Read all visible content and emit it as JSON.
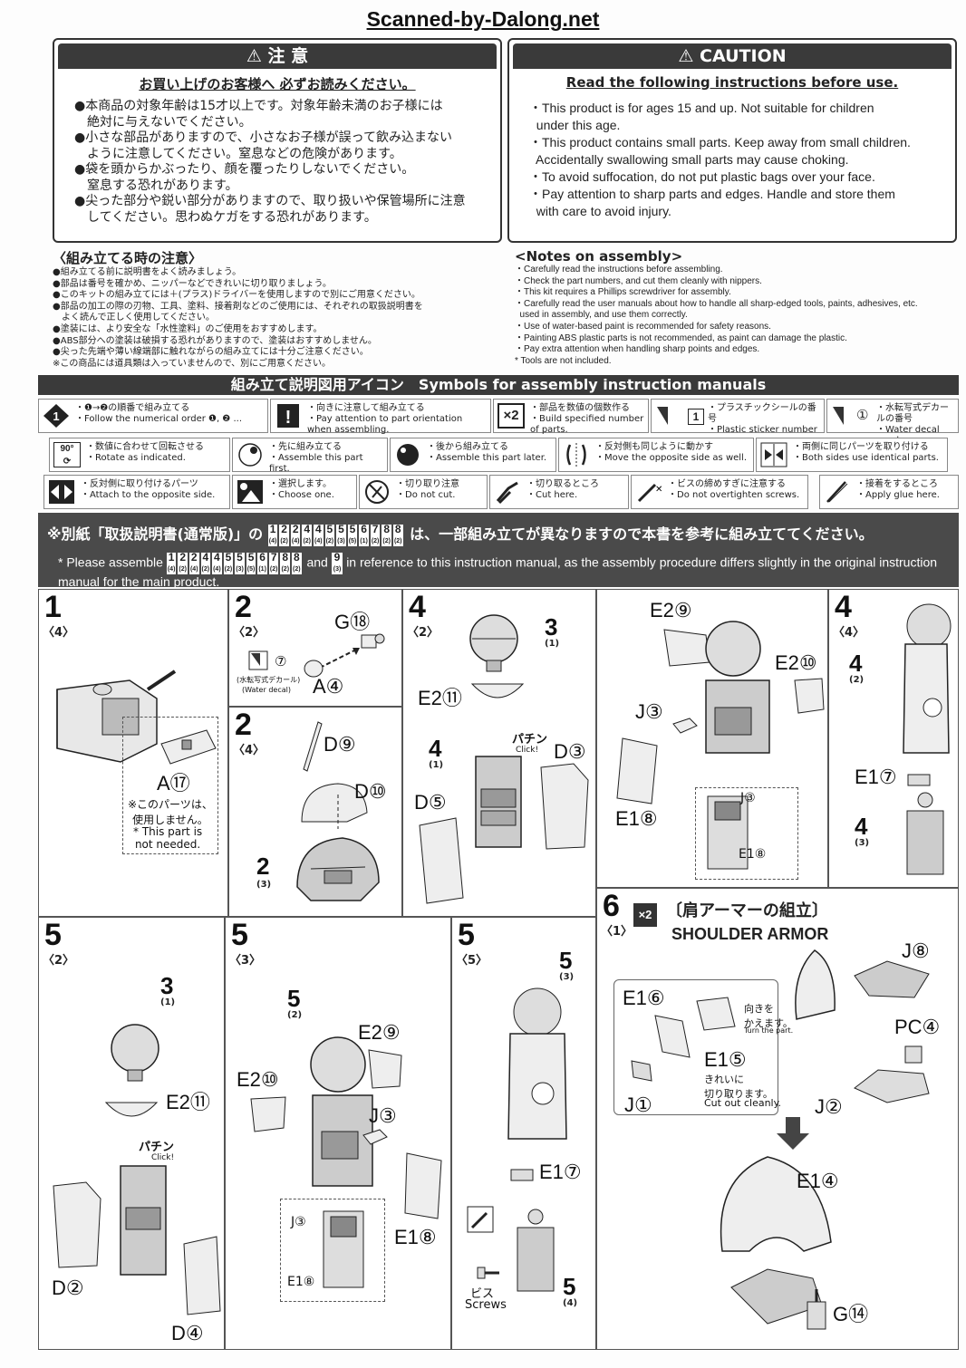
{
  "watermark": "Scanned-by-Dalong.net",
  "caution_jp": {
    "title": "注 意",
    "subtitle": "お買い上げのお客様へ 必ずお読みください。",
    "items": [
      "●本商品の対象年齢は15才以上です。対象年齢未満のお子様には",
      "　絶対に与えないでください。",
      "●小さな部品がありますので、小さなお子様が誤って飲み込まない",
      "　ように注意してください。窒息などの危険があります。",
      "●袋を頭からかぶったり、顔を覆ったりしないでください。",
      "　窒息する恐れがあります。",
      "●尖った部分や鋭い部分がありますので、取り扱いや保管場所に注意",
      "　してください。思わぬケガをする恐れがあります。"
    ]
  },
  "caution_en": {
    "title": "CAUTION",
    "subtitle": "Read the following instructions before use.",
    "items": [
      "・This product is for ages 15 and up. Not suitable for children",
      "  under this age.",
      "・This product contains small parts. Keep away from small children.",
      "  Accidentally swallowing small parts may cause choking.",
      "・To avoid suffocation, do not put plastic bags over your face.",
      "・Pay attention to sharp parts and edges. Handle and store them",
      "  with care to avoid injury."
    ]
  },
  "notes_jp": {
    "title": "〈組み立てる時の注意〉",
    "items": [
      "●組み立てる前に説明書をよく読みましょう。",
      "●部品は番号を確かめ、ニッパーなどできれいに切り取りましょう。",
      "●このキットの組み立てには＋(プラス)ドライバーを使用しますので別にご用意ください。",
      "●部品の加工の際の刃物、工具、塗料、接着剤などのご使用には、それぞれの取扱説明書を",
      "　よく読んで正しく使用してください。",
      "●塗装には、より安全な「水性塗料」のご使用をおすすめします。",
      "●ABS部分への塗装は破損する恐れがありますので、塗装はおすすめしません。",
      "●尖った先端や薄い線端部に触れながらの組み立てには十分ご注意ください。",
      "※この商品には道具類は入っていませんので、別にご用意ください。"
    ]
  },
  "notes_en": {
    "title": "<Notes on assembly>",
    "items": [
      "・Carefully read the instructions before assembling.",
      "・Check the part numbers, and cut them cleanly with nippers.",
      "・This kit requires a Phillips screwdriver for assembly.",
      "・Carefully read the user manuals about how to handle all sharp-edged tools, paints, adhesives, etc.",
      "  used in assembly, and use them correctly.",
      "・Use of water-based paint is recommended for safety reasons.",
      "・Painting ABS plastic parts is not recommended, as paint can damage the plastic.",
      "・Pay extra attention when handling sharp points and edges.",
      "* Tools are not included."
    ]
  },
  "symbols_bar": "組み立て説明図用アイコン　Symbols for assembly instruction manuals",
  "symbols": [
    {
      "jp": "・❶→❷の順番で組み立てる",
      "en": "・Follow the numerical order ❶, ❷ ..."
    },
    {
      "jp": "・向きに注意して組み立てる",
      "en": "・Pay attention to part orientation when assembling."
    },
    {
      "jp": "・部品を数値の個数作る",
      "en": "・Build specified number of parts.",
      "icon": "×2"
    },
    {
      "jp": "・プラスチックシールの番号",
      "en": "・Plastic sticker number",
      "icon": "1"
    },
    {
      "jp": "・水転写式デカールの番号",
      "en": "・Water decal number",
      "icon": "①"
    },
    {
      "jp": "・数値に合わせて回転させる",
      "en": "・Rotate as indicated.",
      "icon": "90°"
    },
    {
      "jp": "・先に組み立てる",
      "en": "・Assemble this part first."
    },
    {
      "jp": "・後から組み立てる",
      "en": "・Assemble this part later."
    },
    {
      "jp": "・反対側も同じように動かす",
      "en": "・Move the opposite side as well."
    },
    {
      "jp": "・両側に同じパーツを取り付ける",
      "en": "・Both sides use identical parts."
    },
    {
      "jp": "・反対側に取り付けるパーツ",
      "en": "・Attach to the opposite side."
    },
    {
      "jp": "・選択します。",
      "en": "・Choose one."
    },
    {
      "jp": "・切り取り注意",
      "en": "・Do not cut."
    },
    {
      "jp": "・切り取るところ",
      "en": "・Cut here."
    },
    {
      "jp": "・ビスの締めすぎに注意する",
      "en": "・Do not overtighten screws."
    },
    {
      "jp": "・接着をするところ",
      "en": "・Apply glue here."
    }
  ],
  "notice": {
    "jp_prefix": "※別紙「取扱説明書(通常版)」の",
    "jp_suffix": "は、一部組み立てが異なりますので本書を参考に組み立ててください。",
    "en_prefix": "* Please assemble",
    "en_and": "and",
    "en_suffix": "in reference to this instruction manual, as the assembly procedure differs slightly in the original instruction manual for the main product.",
    "steps": [
      {
        "n": "1",
        "s": "(4)"
      },
      {
        "n": "2",
        "s": "(2)"
      },
      {
        "n": "2",
        "s": "(4)"
      },
      {
        "n": "4",
        "s": "(2)"
      },
      {
        "n": "4",
        "s": "(4)"
      },
      {
        "n": "5",
        "s": "(2)"
      },
      {
        "n": "5",
        "s": "(3)"
      },
      {
        "n": "5",
        "s": "(5)"
      },
      {
        "n": "6",
        "s": "(1)"
      },
      {
        "n": "7",
        "s": "(2)"
      },
      {
        "n": "8",
        "s": "(2)"
      },
      {
        "n": "8",
        "s": "(2)"
      }
    ],
    "last_step": {
      "n": "9",
      "s": "(3)"
    }
  },
  "panels": {
    "p1": {
      "step": "1",
      "sub": "〈4〉",
      "part": "A⑰",
      "note_jp": "※このパーツは、\n使用しません。",
      "note_en": "* This part is\nnot needed."
    },
    "p2a": {
      "step": "2",
      "sub": "〈2〉",
      "g": "G⑱",
      "a": "A④",
      "decal": "⑦",
      "decal_jp": "(水転写式デカール)",
      "decal_en": "(Water decal)"
    },
    "p2b": {
      "step": "2",
      "sub": "〈4〉",
      "d9": "D⑨",
      "d10": "D⑩",
      "ref": "2",
      "ref_sub": "(3)"
    },
    "p4a": {
      "step": "4",
      "sub": "〈2〉",
      "ref": "3",
      "ref_sub": "(1)",
      "e2": "E2⑪",
      "ref2": "4",
      "ref2_sub": "(1)",
      "d3": "D③",
      "d5": "D⑤",
      "click_jp": "パチン",
      "click_en": "Click!"
    },
    "p4b": {
      "e29": "E2⑨",
      "e210": "E2⑩",
      "j3": "J③",
      "e18": "E1⑧",
      "j3s": "J③",
      "e18s": "E1⑧"
    },
    "p4c": {
      "step": "4",
      "sub": "〈4〉",
      "ref": "4",
      "ref_sub": "(2)",
      "e17": "E1⑦",
      "ref2": "4",
      "ref2_sub": "(3)"
    },
    "p5a": {
      "step": "5",
      "sub": "〈2〉",
      "ref": "3",
      "ref_sub": "(1)",
      "e2": "E2⑪",
      "d2": "D②",
      "d4": "D④",
      "click_jp": "パチン",
      "click_en": "Click!"
    },
    "p5b": {
      "step": "5",
      "sub": "〈3〉",
      "ref": "5",
      "ref_sub": "(2)",
      "e29": "E2⑨",
      "e210": "E2⑩",
      "j3": "J③",
      "e18": "E1⑧",
      "j3s": "J③",
      "e18s": "E1⑧"
    },
    "p5c": {
      "step": "5",
      "sub": "〈5〉",
      "ref": "5",
      "ref_sub": "(3)",
      "e17": "E1⑦",
      "screw_jp": "ビス",
      "screw_en": "Screws",
      "ref2": "5",
      "ref2_sub": "(4)"
    },
    "p6": {
      "step": "6",
      "sub": "〈1〉",
      "mult": "×2",
      "title_jp": "〔肩アーマーの組立〕",
      "title_en": "SHOULDER ARMOR",
      "e16": "E1⑥",
      "e15": "E1⑤",
      "j1": "J①",
      "j2": "J②",
      "j8": "J⑧",
      "pc4": "PC④",
      "e14": "E1④",
      "g14": "G⑭",
      "turn_jp": "向きを\nかえます。",
      "turn_en": "Turn the part.",
      "cut_jp": "きれいに\n切り取ります。",
      "cut_en": "Cut out cleanly."
    }
  }
}
